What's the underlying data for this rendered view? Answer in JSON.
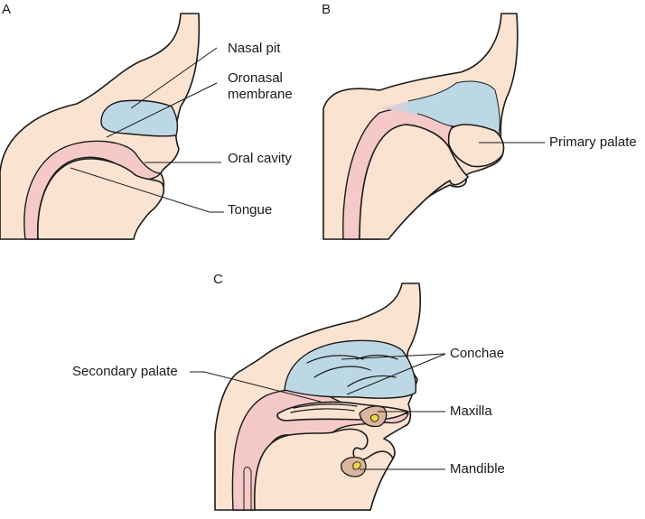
{
  "panels": {
    "a": {
      "letter": "A",
      "labels": [
        "Nasal pit",
        "Oronasal",
        "membrane",
        "Oral cavity",
        "Tongue"
      ]
    },
    "b": {
      "letter": "B",
      "labels": [
        "Primary palate"
      ]
    },
    "c": {
      "letter": "C",
      "labels": [
        "Secondary palate",
        "Conchae",
        "Maxilla",
        "Mandible"
      ]
    }
  },
  "colors": {
    "skin": "#fbe3d1",
    "mucosa": "#f5c9c8",
    "nasal_cavity": "#bcd8e4",
    "bone": "#dbb59d",
    "tooth_bud": "#f3d848"
  }
}
